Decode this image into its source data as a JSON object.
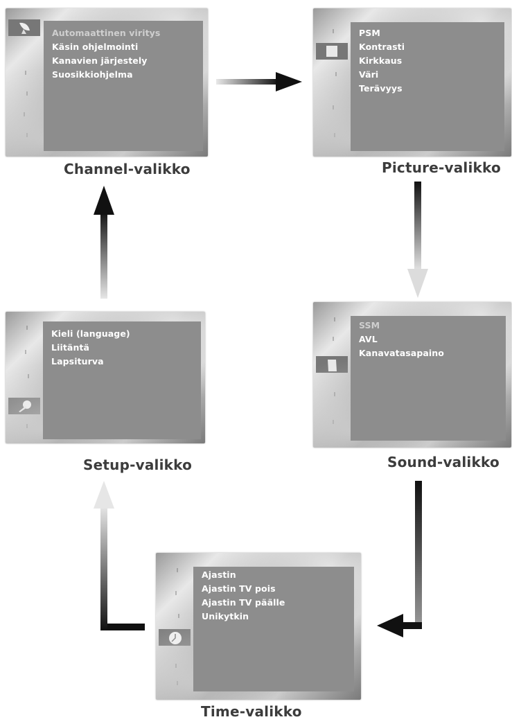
{
  "menus": {
    "channel": {
      "title": "Channel-valikko",
      "items": [
        "Automaattinen viritys",
        "Käsin ohjelmointi",
        "Kanavien järjestely",
        "Suosikkiohjelma"
      ],
      "icon": "satellite-dish-icon"
    },
    "picture": {
      "title": "Picture-valikko",
      "items": [
        "PSM",
        "Kontrasti",
        "Kirkkaus",
        "Väri",
        "Terävyys"
      ],
      "icon": "picture-icon"
    },
    "sound": {
      "title": "Sound-valikko",
      "items": [
        "SSM",
        "AVL",
        "Kanavatasapaino"
      ],
      "icon": "speaker-icon"
    },
    "time": {
      "title": "Time-valikko",
      "items": [
        "Ajastin",
        "Ajastin TV pois",
        "Ajastin TV päälle",
        "Unikytkin"
      ],
      "icon": "clock-icon"
    },
    "setup": {
      "title": "Setup-valikko",
      "items": [
        "Kieli (language)",
        "Liitäntä",
        "Lapsiturva"
      ],
      "icon": "setup-icon"
    }
  },
  "colors": {
    "panel": "#8d8d8d",
    "arrow_dark": "#1a1a1a",
    "arrow_light": "#e6e6e6",
    "title_text": "#3c3c3c"
  }
}
